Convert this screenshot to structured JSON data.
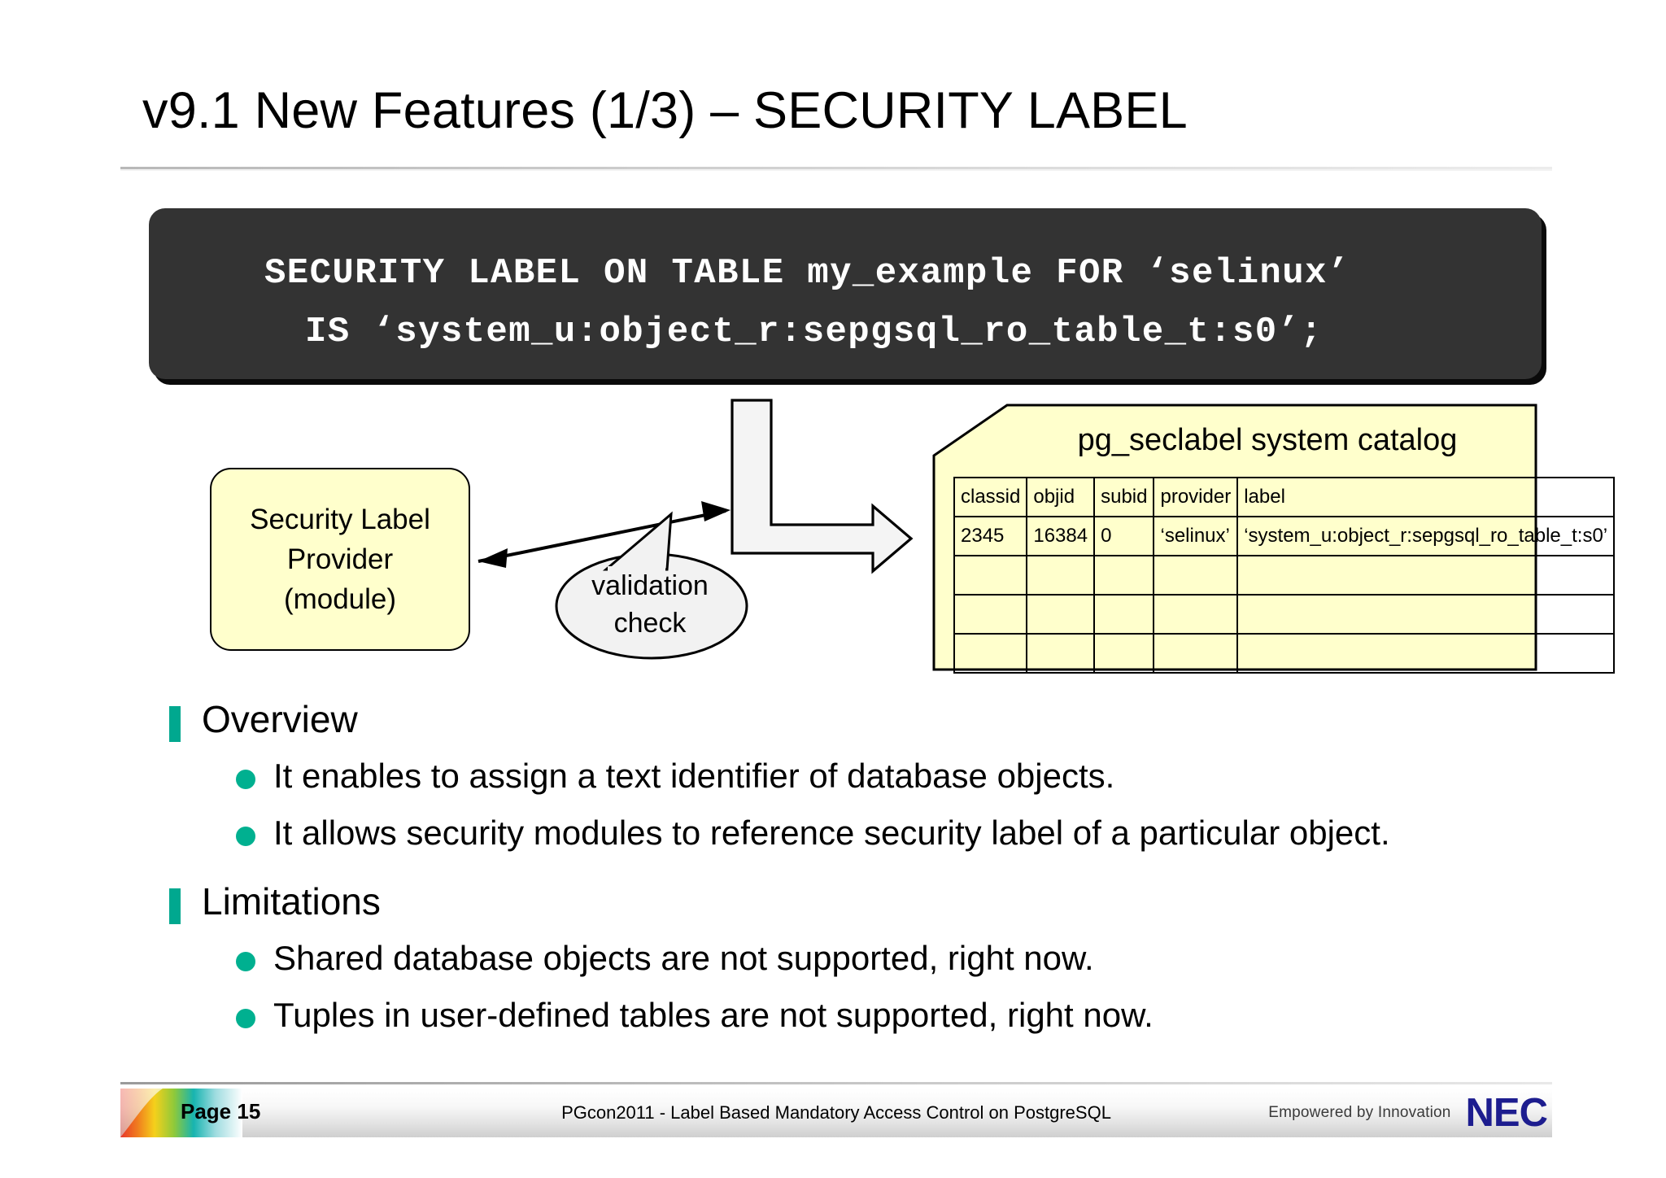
{
  "slide": {
    "title": "v9.1 New Features (1/3) – SECURITY LABEL"
  },
  "code_block": {
    "line1": "SECURITY LABEL ON TABLE my_example FOR ‘selinux’",
    "line2": "IS ‘system_u:object_r:sepgsql_ro_table_t:s0’;"
  },
  "diagram": {
    "provider_box": {
      "line1": "Security Label",
      "line2": "Provider",
      "line3": "(module)"
    },
    "balloon": {
      "line1": "validation",
      "line2": "check"
    },
    "catalog": {
      "title": "pg_seclabel system catalog",
      "columns": [
        "classid",
        "objid",
        "subid",
        "provider",
        "label"
      ],
      "rows": [
        [
          "2345",
          "16384",
          "0",
          "‘selinux’",
          "‘system_u:object_r:sepgsql_ro_table_t:s0’"
        ],
        [
          "",
          "",
          "",
          "",
          ""
        ],
        [
          "",
          "",
          "",
          "",
          ""
        ],
        [
          "",
          "",
          "",
          "",
          ""
        ]
      ]
    }
  },
  "content": {
    "sections": [
      {
        "heading": "Overview",
        "bullets": [
          "It enables to assign a text identifier of database objects.",
          "It allows security modules to reference security label of a particular object."
        ]
      },
      {
        "heading": "Limitations",
        "bullets": [
          "Shared database objects are not supported, right now.",
          "Tuples in user-defined tables are not supported, right now."
        ]
      }
    ]
  },
  "footer": {
    "page": "Page 15",
    "center": "PGcon2011 - Label Based Mandatory Access Control on PostgreSQL",
    "tagline": "Empowered by Innovation",
    "logo": "NEC"
  },
  "colors": {
    "accent_teal": "#00A88F",
    "code_bg": "#333333",
    "catalog_fill": "#FFFFCC",
    "nec_blue": "#1d1d8f"
  }
}
